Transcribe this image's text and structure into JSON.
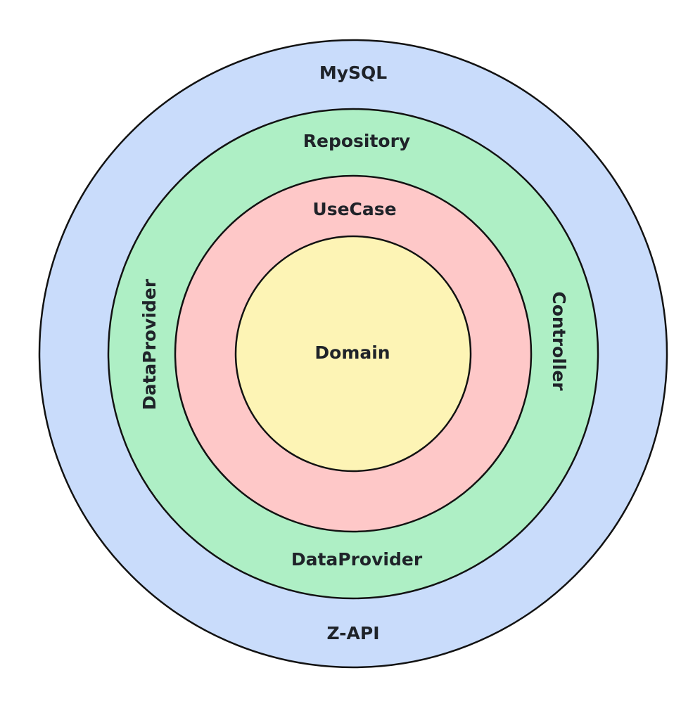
{
  "layers": {
    "outer": {
      "fill": "#c9dcfb",
      "labels": {
        "top": "MySQL",
        "bottom": "Z-API"
      }
    },
    "adapters": {
      "fill": "#aeefc5",
      "labels": {
        "top": "Repository",
        "bottom": "DataProvider",
        "left": "DataProvider",
        "right": "Controller"
      }
    },
    "application": {
      "fill": "#fec8c8",
      "labels": {
        "top": "UseCase"
      }
    },
    "core": {
      "fill": "#fdf4b5",
      "labels": {
        "center": "Domain"
      }
    }
  }
}
